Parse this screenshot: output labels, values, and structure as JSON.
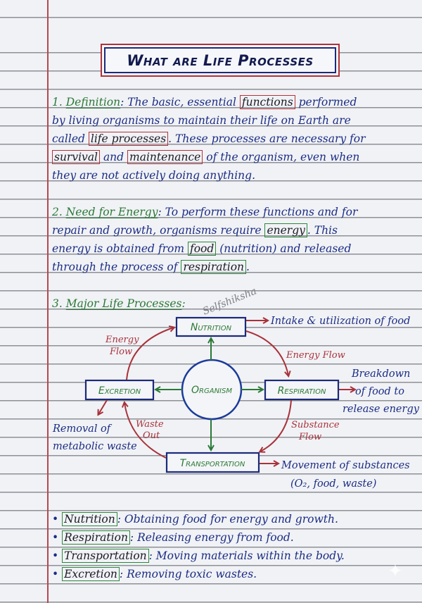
{
  "title": "What are Life Processes",
  "watermark": "Selfshiksha",
  "section1": {
    "number": "1.",
    "heading": "Definition",
    "lines": [
      {
        "pre": ": The basic, essential ",
        "boxed": "functions",
        "post": " performed"
      },
      {
        "text": "by living organisms to maintain their life on Earth are"
      },
      {
        "pre": "called ",
        "boxed": "life processes",
        "post": ". These processes are necessary for"
      },
      {
        "boxed1": "survival",
        "mid": " and ",
        "boxed2": "maintenance",
        "post": " of the organism, even when"
      },
      {
        "text": "they are not actively doing anything."
      }
    ]
  },
  "section2": {
    "number": "2.",
    "heading": "Need for Energy",
    "lines": [
      {
        "pre": ": To perform these functions and for"
      },
      {
        "pre": "repair and growth, organisms require ",
        "boxed": "energy",
        "post": ". This"
      },
      {
        "pre": "energy is obtained from ",
        "boxed": "food",
        "post": " (nutrition) and released"
      },
      {
        "pre": "through the process of ",
        "boxed": "respiration",
        "post": "."
      }
    ]
  },
  "section3": {
    "number": "3.",
    "heading": "Major Life Processes",
    "colon": ":"
  },
  "diagram": {
    "center": "Organism",
    "nodes": {
      "nutrition": "Nutrition",
      "respiration": "Respiration",
      "transportation": "Transportation",
      "excretion": "Excretion"
    },
    "flow_labels": {
      "excretion_to_nutrition": [
        "Energy",
        "Flow"
      ],
      "nutrition_to_respiration": "Energy Flow",
      "respiration_to_transportation": [
        "Substance",
        "Flow"
      ],
      "transportation_to_excretion": [
        "Waste",
        "Out"
      ]
    },
    "descriptions": {
      "nutrition": "Intake & utilization of food",
      "respiration": [
        "Breakdown",
        "of food to",
        "release energy"
      ],
      "transportation": [
        "Movement of substances",
        "(O₂, food, waste)"
      ],
      "excretion": [
        "Removal of",
        "metabolic waste"
      ]
    },
    "colors": {
      "box_border": "#1b2a7a",
      "node_text": "#2a7a36",
      "flow_arrow": "#a8323a",
      "center_arrow": "#2a7a36",
      "description_text": "#1a2d83"
    }
  },
  "summary": [
    {
      "term": "Nutrition",
      "desc": ": Obtaining food for energy and growth."
    },
    {
      "term": "Respiration",
      "desc": ": Releasing energy from food."
    },
    {
      "term": "Transportation",
      "desc": ": Moving materials within the body."
    },
    {
      "term": "Excretion",
      "desc": ": Removing toxic wastes."
    }
  ],
  "bullet": "•",
  "colors": {
    "ink_blue": "#1a2d83",
    "heading_green": "#2a7a36",
    "box_red": "#b3323a",
    "box_green": "#2a8a3a",
    "margin_red": "#b8474f",
    "paper": "#f1f2f6"
  }
}
